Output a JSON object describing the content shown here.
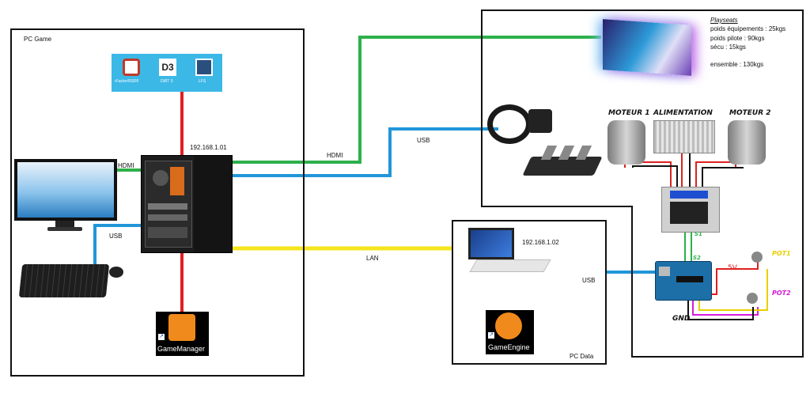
{
  "boxes": {
    "pc_game": "PC Game",
    "pc_data": "PC Data"
  },
  "ips": {
    "game": "192.168.1.01",
    "data": "192.168.1.02"
  },
  "links": {
    "hdmi_monitor": "HDMI",
    "usb_keyboard": "USB",
    "hdmi_tv": "HDMI",
    "usb_wheel": "USB",
    "lan": "LAN",
    "usb_arduino": "USB"
  },
  "games": [
    {
      "name": "rFactor/RSRF",
      "color": "#c0392b"
    },
    {
      "name": "DiRT 3",
      "color": "#222222"
    },
    {
      "name": "LFS",
      "color": "#2a4f7d"
    }
  ],
  "apps": {
    "game_manager": "GameManager",
    "game_engine": "GameEngine"
  },
  "playseats": {
    "title": "Playseats",
    "lines": [
      "poids équipements : 25kgs",
      "poids pilote : 90kgs",
      "sécu : 15kgs",
      "",
      "ensemble : 130kgs"
    ]
  },
  "components": {
    "motor1": "MOTEUR 1",
    "power": "ALIMENTATION",
    "motor2": "MOTEUR 2",
    "pot1": "POT1",
    "pot2": "POT2",
    "v5": "5V",
    "gnd": "GND",
    "s1": "S1",
    "s2": "S2"
  },
  "colors": {
    "hdmi": "#2db04b",
    "usb": "#2196d9",
    "lan": "#f5e51b",
    "power": "#e02020",
    "pot1": "#e8d000",
    "pot2": "#d81bd8"
  }
}
